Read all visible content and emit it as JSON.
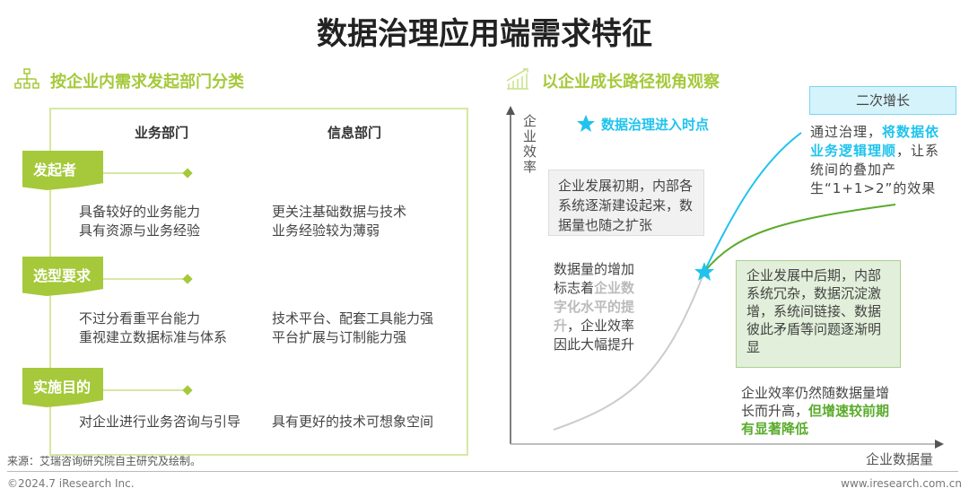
{
  "title": "数据治理应用端需求特征",
  "left": {
    "heading": "按企业内需求发起部门分类",
    "icon": "org-chart-icon",
    "columns": [
      "业务部门",
      "信息部门"
    ],
    "rows": [
      {
        "tag": "发起者",
        "business": [
          "具备较好的业务能力",
          "具有资源与业务经验"
        ],
        "it": [
          "更关注基础数据与技术",
          "业务经验较为薄弱"
        ]
      },
      {
        "tag": "选型要求",
        "business": [
          "不过分看重平台能力",
          "重视建立数据标准与体系"
        ],
        "it": [
          "技术平台、配套工具能力强",
          "平台扩展与订制能力强"
        ]
      },
      {
        "tag": "实施目的",
        "business": [
          "对企业进行业务咨询与引导"
        ],
        "it": [
          "具有更好的技术可想象空间"
        ]
      }
    ]
  },
  "right": {
    "heading": "以企业成长路径视角观察",
    "icon": "growth-chart-icon",
    "y_label": "企业效率",
    "x_label": "企业数据量",
    "legend": "数据治理进入时点",
    "early_box": "企业发展初期，内部各系统逐渐建设起来，数据量也随之扩张",
    "growth_text": {
      "a": "数据量的增加标志着",
      "b": "企业数字化水平的提升",
      "c": "，企业效率因此大幅提升"
    },
    "second_growth": "二次增长",
    "governance_text": {
      "a": "通过治理，",
      "b": "将数据依业务逻辑理顺",
      "c": "，让系统间的叠加产生“1+1>2”的效果"
    },
    "late_box": "企业发展中后期，内部系统冗杂，数据沉淀激增，系统间链接、数据彼此矛盾等问题逐渐明显",
    "slow_text": {
      "a": "企业效率仍然随数据量增长而升高，",
      "b": "但增速较前期有显著降低"
    }
  },
  "footer": {
    "source": "来源：艾瑞咨询研究院自主研究及绘制。",
    "copyright": "©2024.7 iResearch Inc.",
    "url": "www.iresearch.com.cn"
  },
  "colors": {
    "green": "#a5c93a",
    "blue": "#1fc3ee",
    "dark_green": "#5aab2c"
  }
}
